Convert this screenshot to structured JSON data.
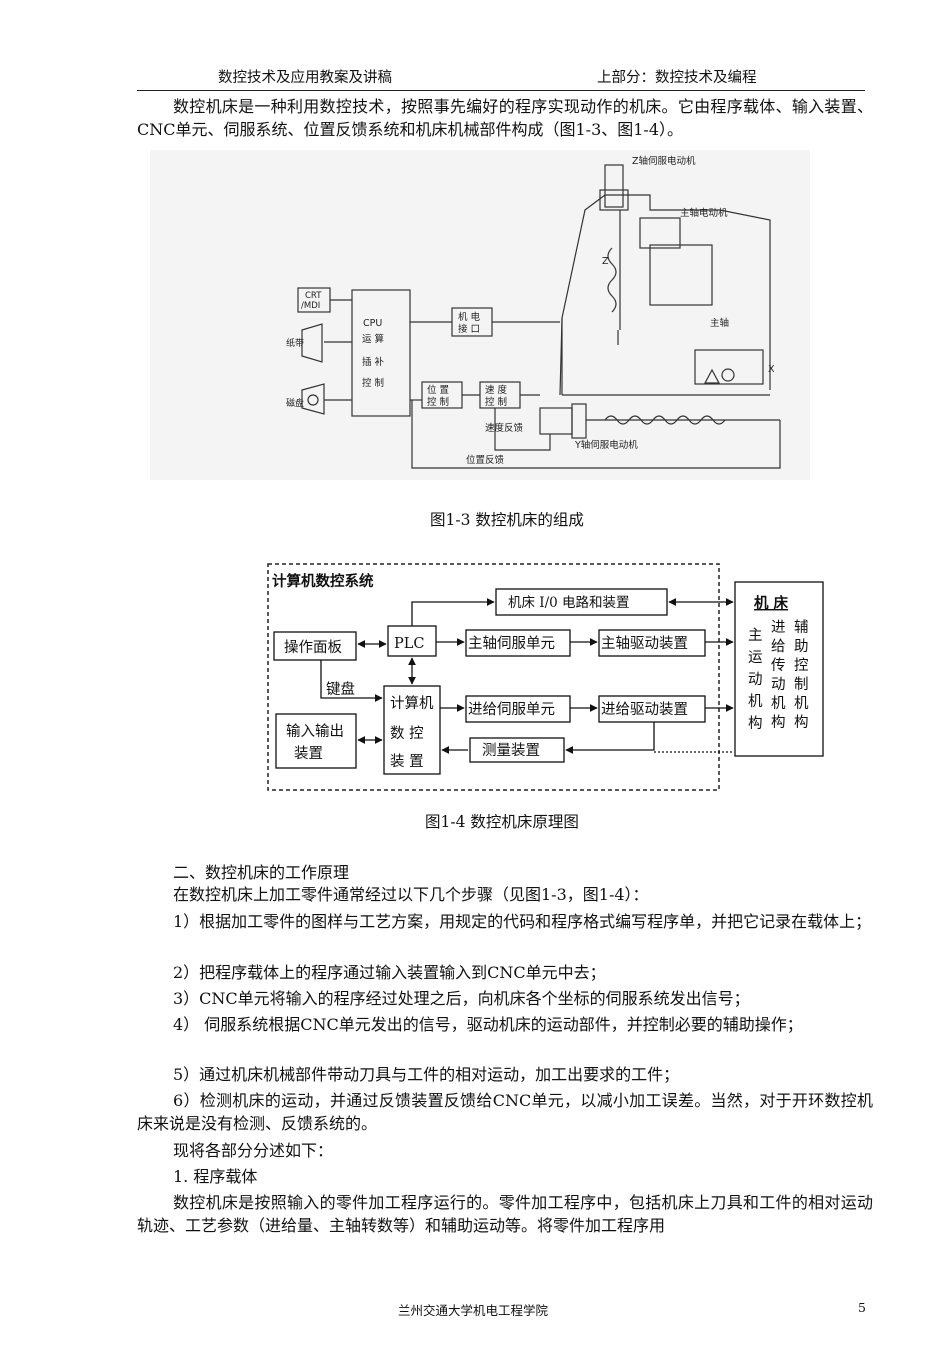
{
  "header": {
    "left": "数控技术及应用教案及讲稿",
    "right": "上部分：数控技术及编程"
  },
  "intro": "数控机床是一种利用数控技术，按照事先编好的程序实现动作的机床。它由程序载体、输入装置、CNC单元、伺服系统、位置反馈系统和机床机械部件构成（图1-3、图1-4）。",
  "fig13": {
    "caption": "图1-3  数控机床的组成",
    "labels": {
      "z_motor": "Z轴伺服电动机",
      "spindle_motor": "主轴电动机",
      "spindle": "主轴",
      "crt": "CRT",
      "mdi": "/MDI",
      "cpu": [
        "CPU",
        "运 算",
        "插 补",
        "控 制"
      ],
      "tape": "纸带",
      "disk": "磁盘",
      "mech": [
        "机 电",
        "接 口"
      ],
      "pos_ctrl": [
        "位 置",
        "控 制"
      ],
      "speed_ctrl": [
        "速 度",
        "控 制"
      ],
      "speed_fb": "速度反馈",
      "y_motor": "Y轴伺服电动机",
      "pos_fb": "位置反馈",
      "z": "Z",
      "x": "X"
    }
  },
  "fig14": {
    "caption": "图1-4    数控机床原理图",
    "title": "计算机数控系统",
    "io": "机床 I/0 电路和装置",
    "panel": "操作面板",
    "plc": "PLC",
    "spindle_servo": "主轴伺服单元",
    "spindle_drive": "主轴驱动装置",
    "keyboard": "键盘",
    "cnc": [
      "计算机",
      "数  控",
      "装  置"
    ],
    "feed_servo": "进给伺服单元",
    "feed_drive": "进给驱动装置",
    "iodev": [
      "输入输出",
      "装置"
    ],
    "measure": "测量装置",
    "machine": "机  床",
    "machine_cols": [
      "主运动机构",
      "进给传动机构",
      "辅助控制机构"
    ]
  },
  "section_title": "二、数控机床的工作原理",
  "steps_intro": "在数控机床上加工零件通常经过以下几个步骤（见图1-3，图1-4）：",
  "steps": [
    "1）根据加工零件的图样与工艺方案，用规定的代码和程序格式编写程序单，并把它记录在载体上；",
    "2）把程序载体上的程序通过输入装置输入到CNC单元中去；",
    "3）CNC单元将输入的程序经过处理之后，向机床各个坐标的伺服系统发出信号；",
    "4） 伺服系统根据CNC单元发出的信号，驱动机床的运动部件，并控制必要的辅助操作；",
    "5）通过机床机械部件带动刀具与工件的相对运动，加工出要求的工件；",
    "6）检测机床的运动，并通过反馈装置反馈给CNC单元，以减小加工误差。当然，对于开环数控机床来说是没有检测、反馈系统的。"
  ],
  "summary": "现将各部分分述如下：",
  "sub1": "1. 程序载体",
  "para_last": "数控机床是按照输入的零件加工程序运行的。零件加工程序中，包括机床上刀具和工件的相对运动轨迹、工艺参数（进给量、主轴转数等）和辅助运动等。将零件加工程序用",
  "footer": {
    "school": "兰州交通大学机电工程学院",
    "page": "5"
  }
}
